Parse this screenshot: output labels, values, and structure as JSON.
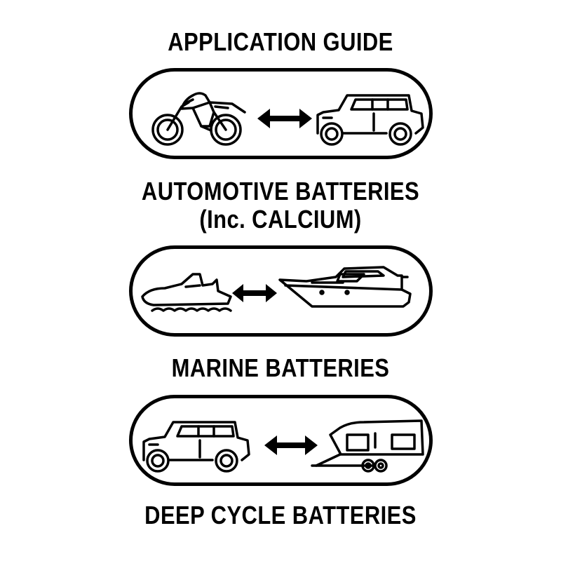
{
  "title": "APPLICATION GUIDE",
  "sections": [
    {
      "label_line1": "AUTOMOTIVE BATTERIES",
      "label_line2": "(Inc. CALCIUM)",
      "left_icon": "motorcycle-icon",
      "right_icon": "suv-icon"
    },
    {
      "label_line1": "MARINE BATTERIES",
      "left_icon": "jet-ski-icon",
      "right_icon": "motor-yacht-icon"
    },
    {
      "label_line1": "DEEP CYCLE BATTERIES",
      "left_icon": "suv-icon",
      "right_icon": "caravan-icon"
    }
  ],
  "arrow_icon": "double-arrow-icon",
  "colors": {
    "ink": "#000000",
    "background": "#ffffff"
  }
}
